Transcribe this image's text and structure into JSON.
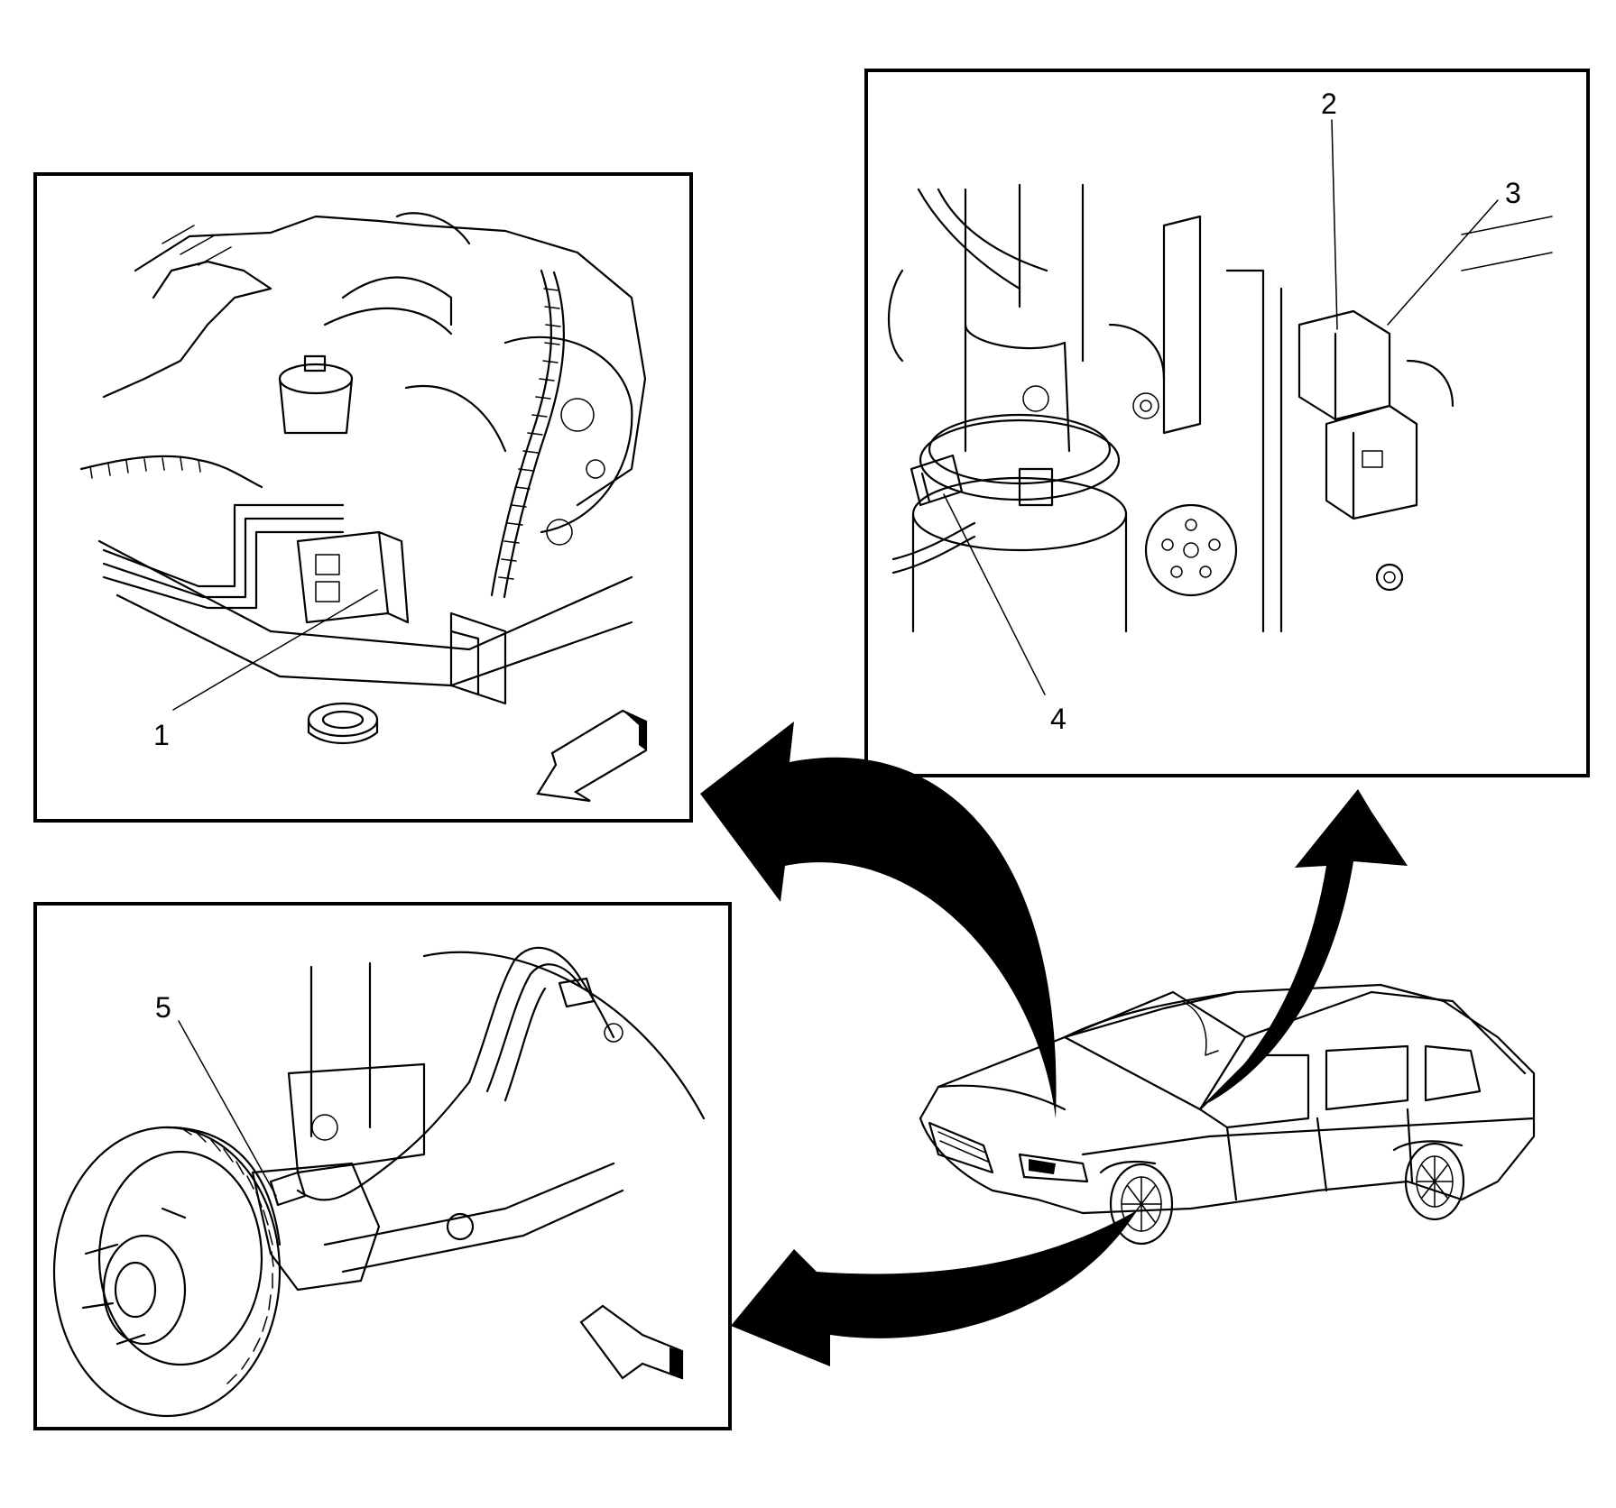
{
  "callouts": {
    "c1": "1",
    "c2": "2",
    "c3": "3",
    "c4": "4",
    "c5": "5"
  },
  "views": [
    {
      "id": "engine-compartment-view",
      "callouts": [
        "1"
      ]
    },
    {
      "id": "steering-column-view",
      "callouts": [
        "2",
        "3",
        "4"
      ]
    },
    {
      "id": "front-wheel-brake-view",
      "callouts": [
        "5"
      ]
    }
  ],
  "colors": {
    "ink": "#000000",
    "paper": "#ffffff"
  }
}
